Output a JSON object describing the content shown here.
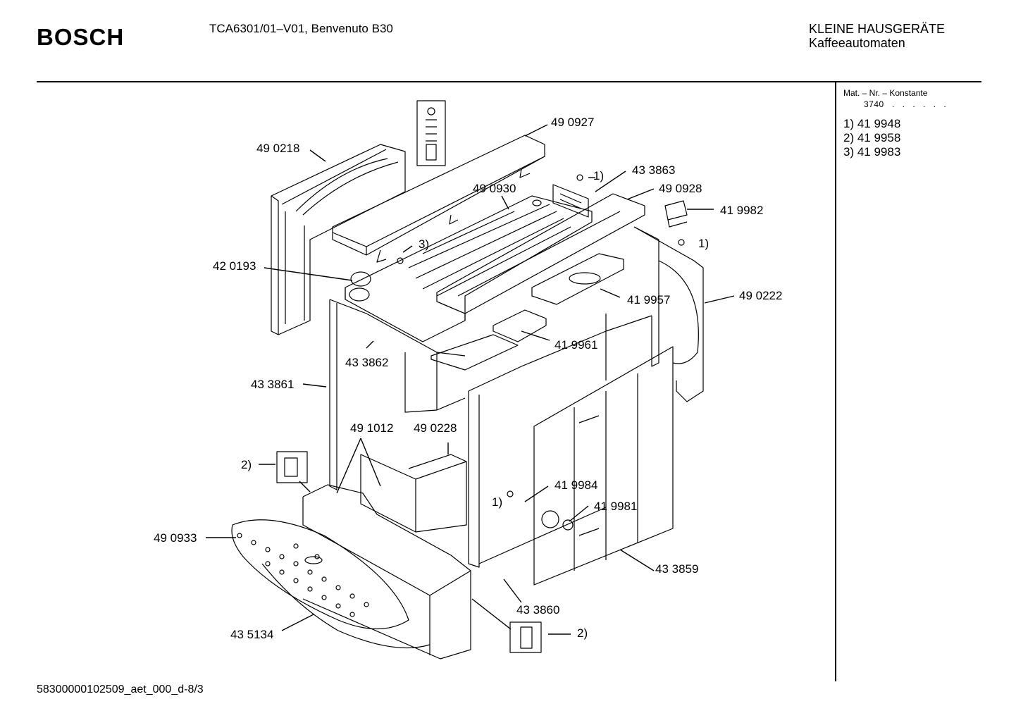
{
  "header": {
    "brand": "BOSCH",
    "model": "TCA6301/01–V01, Benvenuto B30",
    "category_line1": "KLEINE HAUSGERÄTE",
    "category_line2": "Kaffeeautomaten"
  },
  "side_panel": {
    "heading": "Mat. – Nr. – Konstante",
    "constant": "3740",
    "dots": ". .   . . . .",
    "notes": [
      "1) 41 9948",
      "2) 41 9958",
      "3) 41 9983"
    ]
  },
  "footer": {
    "doc_id": "58300000102509_aet_000_d-8/3"
  },
  "part_labels": {
    "p490218": "49 0218",
    "p490927": "49 0927",
    "p433863": "43 3863",
    "p490930": "49 0930",
    "p490928": "49 0928",
    "p419982": "41 9982",
    "p420193": "42 0193",
    "p419957": "41 9957",
    "p490222": "49 0222",
    "p419961": "41 9961",
    "p433862": "43 3862",
    "p433861": "43 3861",
    "p491012": "49 1012",
    "p490228": "49 0228",
    "p419984": "41 9984",
    "p419981": "41 9981",
    "p490933": "49 0933",
    "p433859": "43 3859",
    "p433860": "43 3860",
    "p435134": "43 5134"
  },
  "ref_marks": {
    "r1a": "1)",
    "r1b": "1)",
    "r1c": "1)",
    "r3": "3)",
    "r2a": "2)",
    "r2b": "2)"
  }
}
